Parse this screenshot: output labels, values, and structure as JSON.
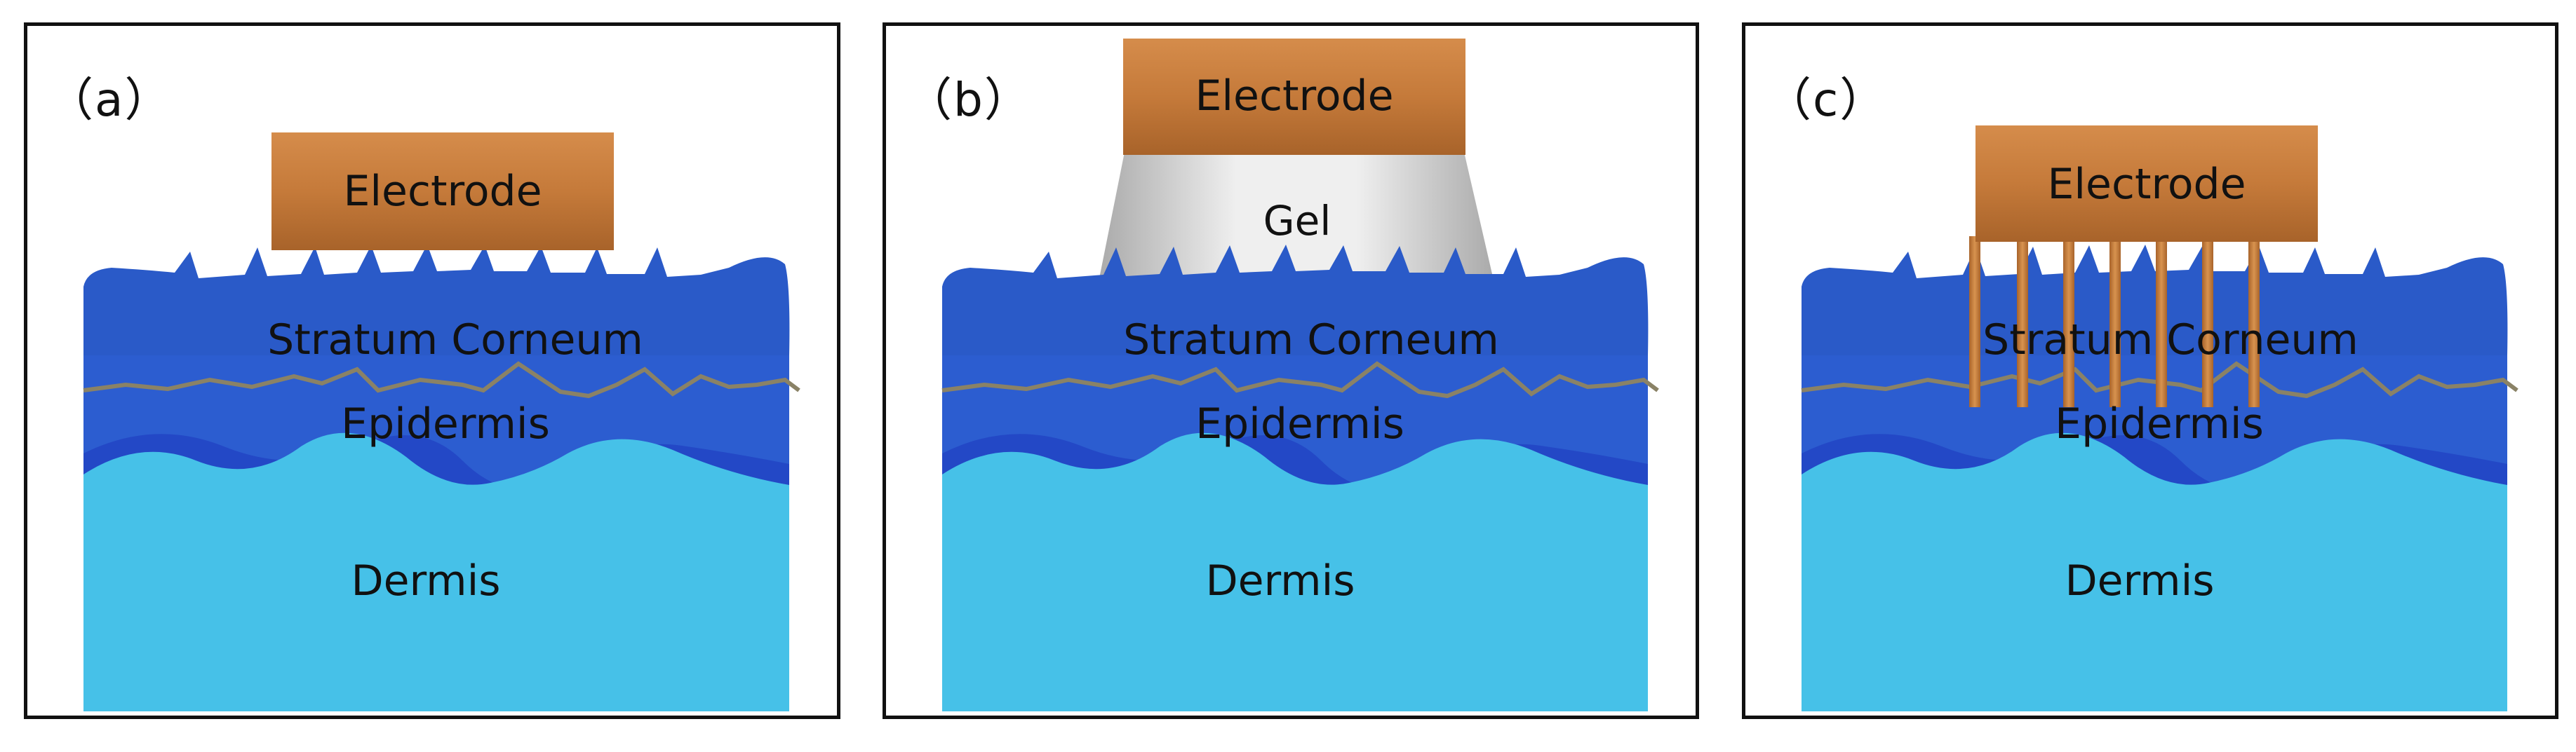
{
  "colors": {
    "dermis": "#46c1e8",
    "epidermis": "#2c5dd0",
    "stratum_corneum": "#2a5ac8",
    "epidermis_boundary": "#8a8266",
    "electrode": "#c57a3a",
    "electrode_dark": "#8c4b1c",
    "gel_light": "#f2f2f2",
    "gel_dark": "#a9a9a9",
    "microneedle": "#c9813e",
    "border": "#111111"
  },
  "panels": [
    {
      "label": "（a）",
      "electrode": "Electrode",
      "stratum_corneum": "Stratum Corneum",
      "epidermis": "Epidermis",
      "dermis": "Dermis"
    },
    {
      "label": "（b）",
      "electrode": "Electrode",
      "gel": "Gel",
      "stratum_corneum": "Stratum Corneum",
      "epidermis": "Epidermis",
      "dermis": "Dermis"
    },
    {
      "label": "（c）",
      "electrode": "Electrode",
      "stratum_corneum": "Stratum Corneum",
      "epidermis": "Epidermis",
      "dermis": "Dermis"
    }
  ]
}
